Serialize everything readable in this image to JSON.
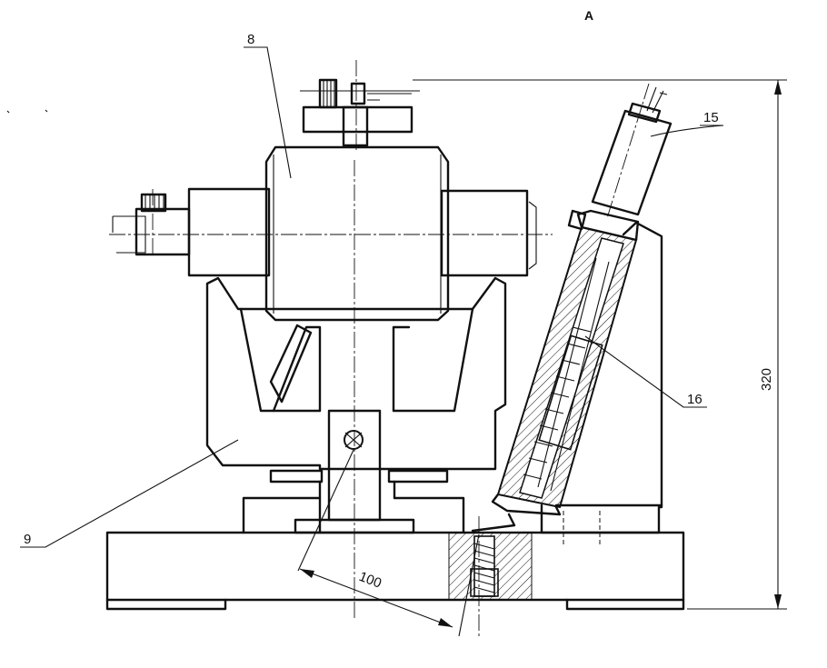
{
  "view_label": "A",
  "callouts": {
    "part_8": "8",
    "part_9": "9",
    "part_15": "15",
    "part_16": "16"
  },
  "dimensions": {
    "height": "320",
    "offset": "100"
  }
}
